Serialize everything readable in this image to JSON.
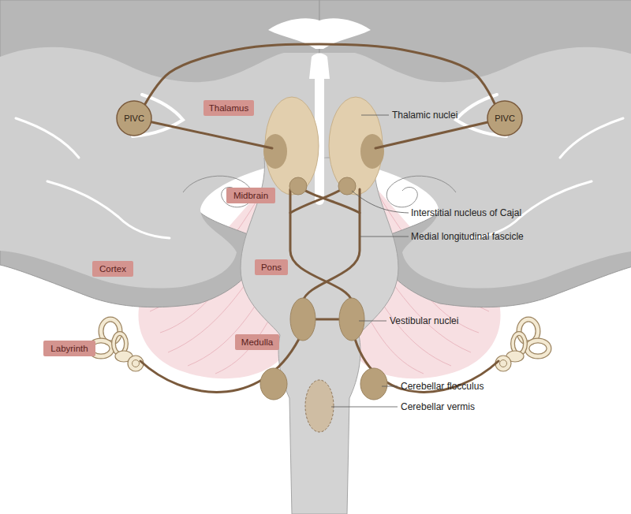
{
  "diagram": {
    "nodes": [
      {
        "text": [
          "Thalamus"
        ]
      },
      {
        "text": [
          "PIVC"
        ]
      },
      {
        "text": [
          "PIVC"
        ]
      },
      {
        "text": [
          "Midbrain"
        ]
      },
      {
        "text": [
          "Cortex"
        ]
      },
      {
        "text": [
          "Pons"
        ]
      },
      {
        "text": [
          "Medulla"
        ]
      },
      {
        "text": [
          "Labyrinth"
        ]
      }
    ],
    "edges": [
      {
        "from": 1,
        "to": 2,
        "arrow": "none"
      }
    ],
    "labels": [
      "Thalamic nuclei",
      "Interstitial nucleus of Cajal",
      "Medial longitudinal fascicle",
      "Vestibular nuclei",
      "Cerebellar flocculus",
      "Cerebellar vermis"
    ]
  }
}
